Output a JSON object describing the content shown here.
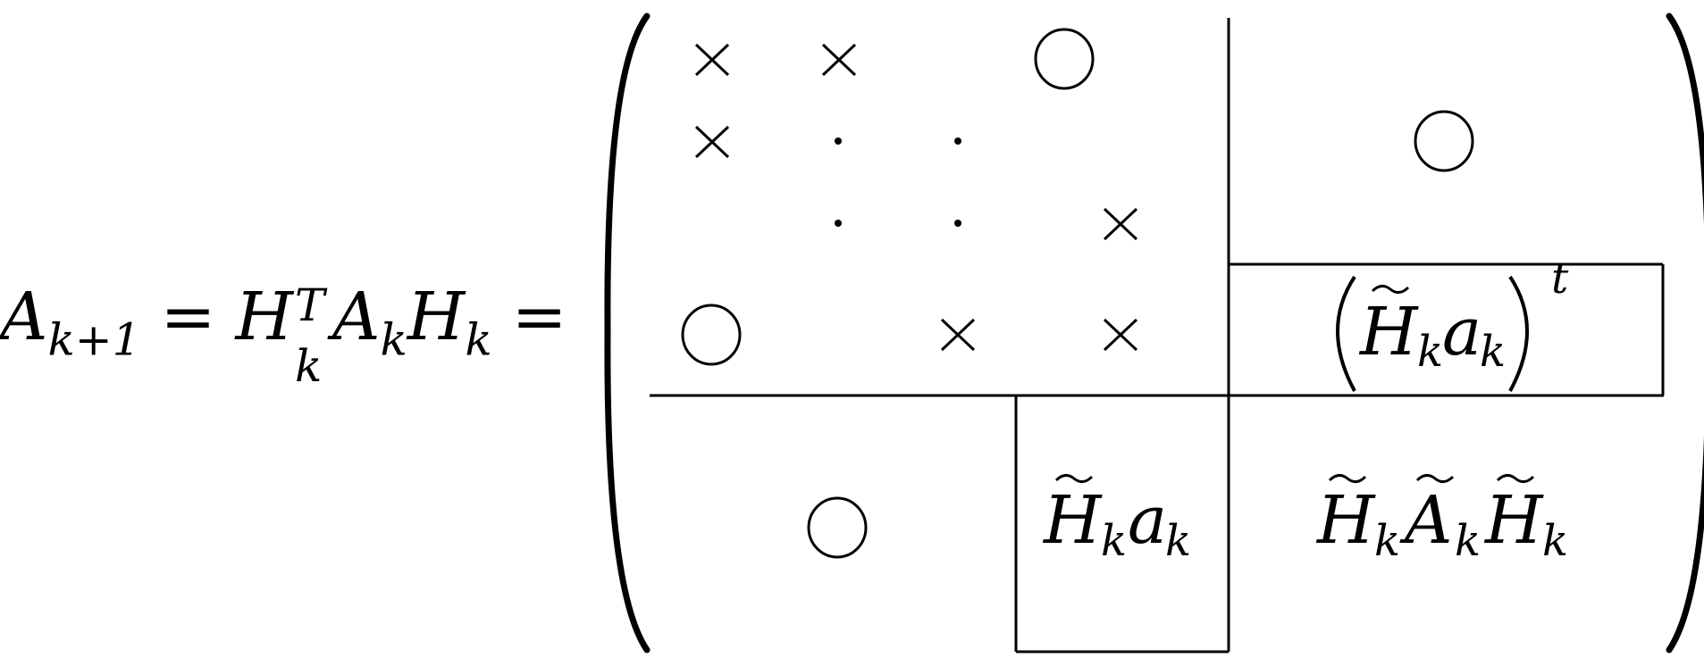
{
  "equation": {
    "lhs": {
      "a": "A",
      "a_sub": "k+1",
      "eq1": "=",
      "h": "H",
      "h_sup": "T",
      "h_sub": "k",
      "a2": "A",
      "a2_sub": "k",
      "h2": "H",
      "h2_sub": "k",
      "eq2": "="
    }
  },
  "matrix": {
    "cross_glyph": "×",
    "zero_glyph": "○",
    "dot_glyph": "·",
    "block_upper_right": "○",
    "block_lower_left": "○",
    "transpose_block": {
      "H": "H",
      "sub_k": "k",
      "a": "a",
      "sub_k2": "k",
      "sup_t": "t"
    },
    "column_block": {
      "H": "H",
      "sub_k": "k",
      "a": "a",
      "sub_k2": "k"
    },
    "lower_right_block": {
      "H1": "H",
      "sub1": "k",
      "A": "A",
      "sub2": "k",
      "H2": "H",
      "sub3": "k"
    }
  }
}
